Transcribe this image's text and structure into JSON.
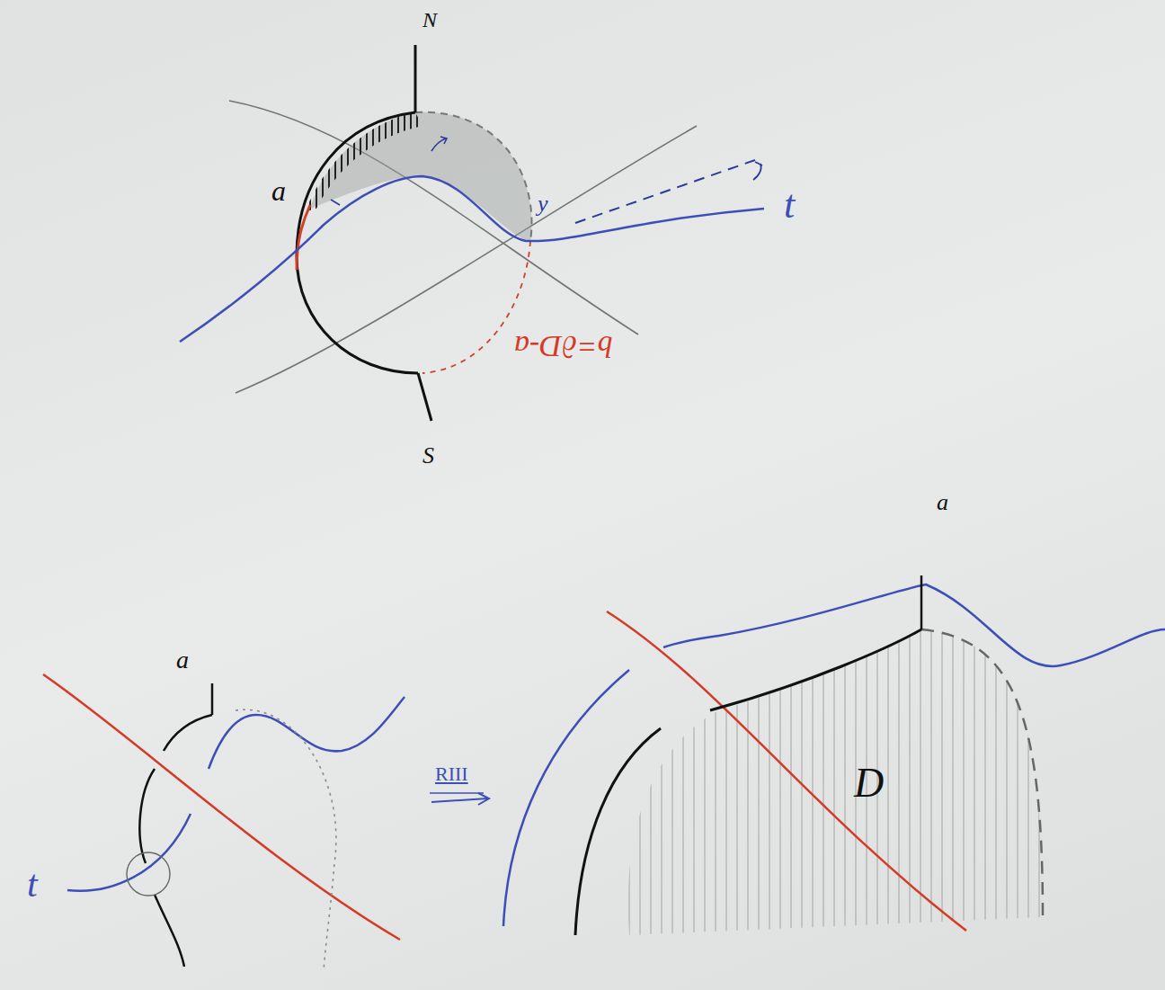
{
  "diagram": {
    "labels": [
      "N",
      "a",
      "y",
      "t",
      "b=∂D-a",
      "S",
      "a",
      "a",
      "RIII",
      "D",
      "t"
    ]
  }
}
